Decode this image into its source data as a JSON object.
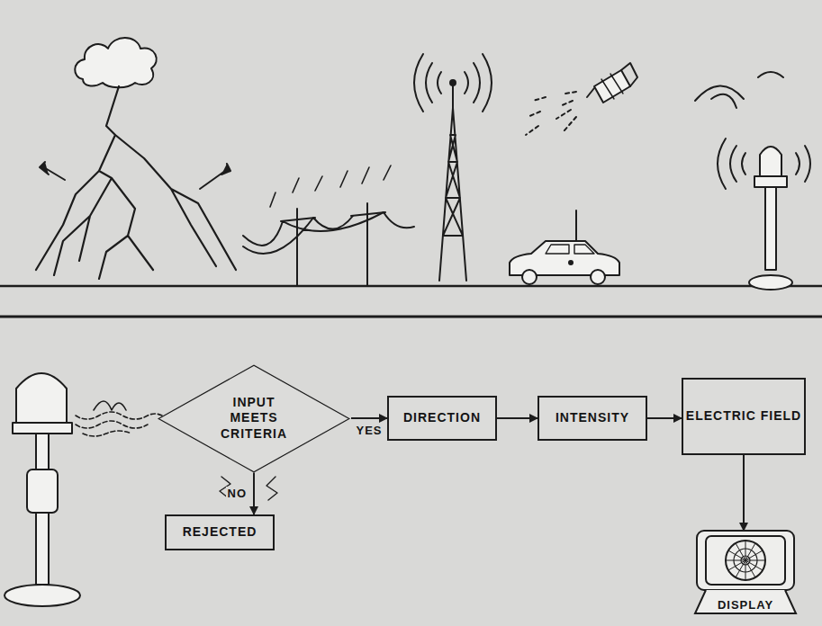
{
  "diagram": {
    "nodes": [
      {
        "text": [
          "INPUT MEETS CRITERIA"
        ]
      },
      {
        "text": [
          "DIRECTION"
        ]
      },
      {
        "text": [
          "INTENSITY"
        ]
      },
      {
        "text": [
          "ELECTRIC FIELD"
        ]
      },
      {
        "text": [
          "REJECTED"
        ]
      },
      {
        "text": [
          "DISPLAY"
        ]
      }
    ],
    "edges": [
      {
        "from": 0,
        "to": 1,
        "arrow": "to",
        "label": "YES"
      },
      {
        "from": 1,
        "to": 2,
        "arrow": "to"
      },
      {
        "from": 2,
        "to": 3,
        "arrow": "to"
      },
      {
        "from": 3,
        "to": 5,
        "arrow": "to"
      },
      {
        "from": 0,
        "to": 4,
        "arrow": "to",
        "label": "NO"
      }
    ]
  }
}
